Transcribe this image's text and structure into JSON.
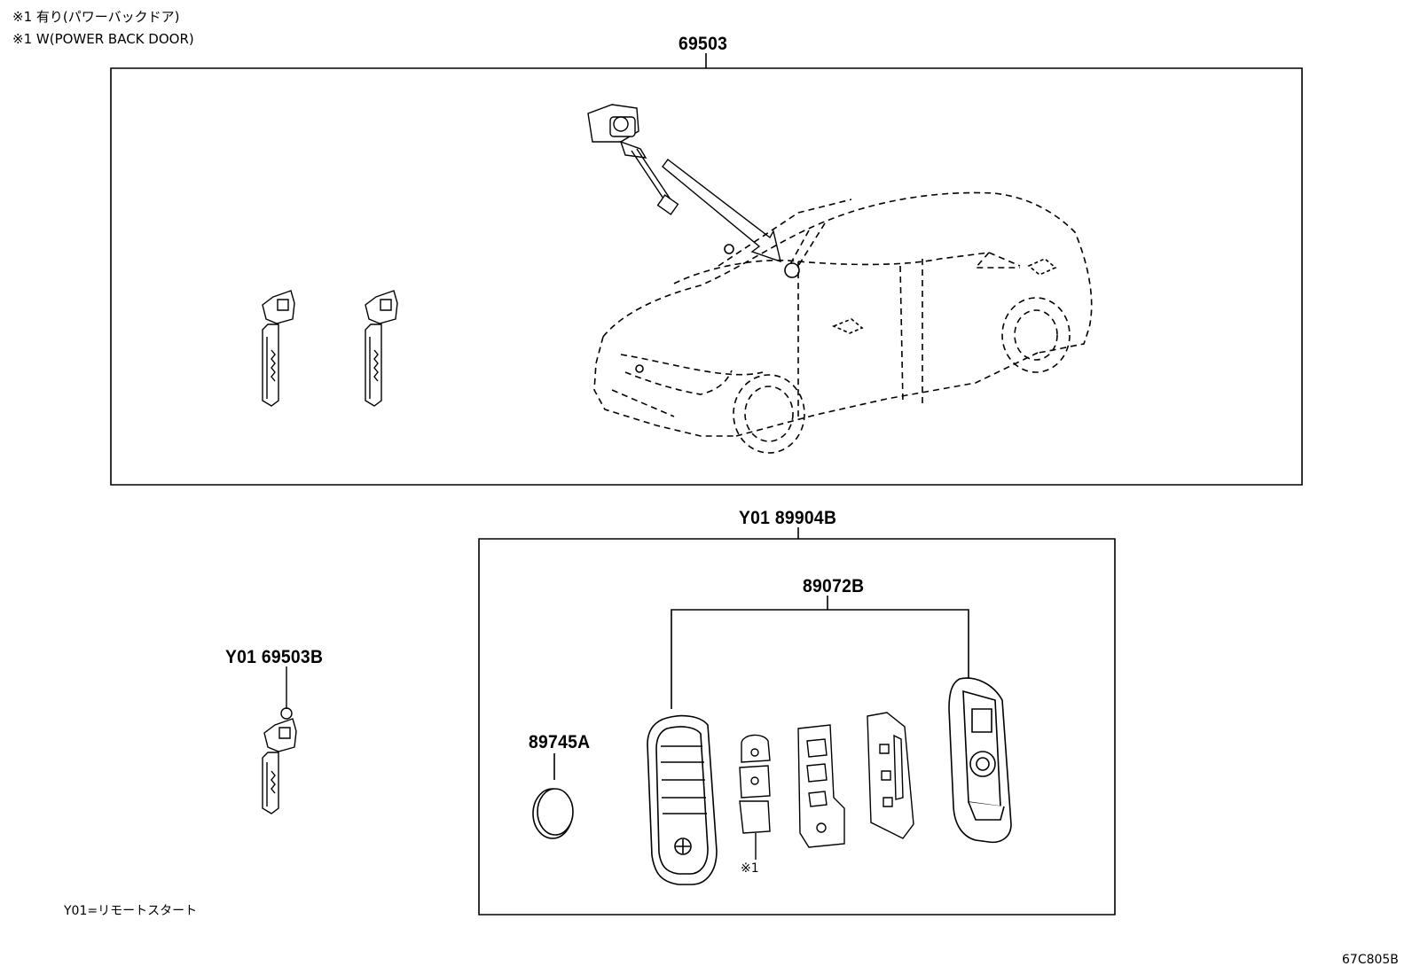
{
  "notes": {
    "line1": "※1 有り(パワーバックドア)",
    "line2": "※1 W(POWER BACK DOOR)"
  },
  "parts": {
    "lock_set": "69503",
    "remote_set": "Y01 89904B",
    "key_housing": "89072B",
    "battery": "89745A",
    "key_blank": "Y01 69503B"
  },
  "footnote_marker": "※1",
  "legend": "Y01=リモートスタート",
  "diagram_code": "67C805B"
}
